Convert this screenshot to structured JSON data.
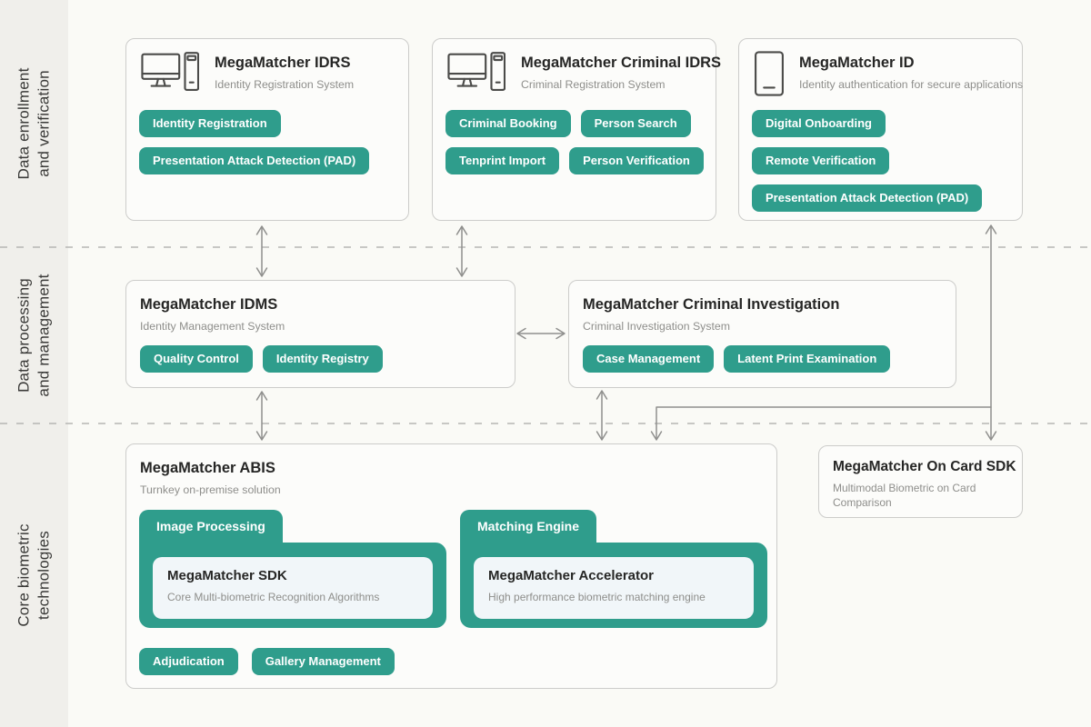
{
  "layers": [
    {
      "lines": [
        "Data enrollment",
        "and verification"
      ]
    },
    {
      "lines": [
        "Data processing",
        "and management"
      ]
    },
    {
      "lines": [
        "Core biometric",
        "technologies"
      ]
    }
  ],
  "cards": {
    "idrs": {
      "title": "MegaMatcher IDRS",
      "subtitle": "Identity Registration System",
      "icon": "desktop-workstation-icon",
      "badges": [
        "Identity Registration",
        "Presentation Attack Detection (PAD)"
      ]
    },
    "criminal_idrs": {
      "title": "MegaMatcher Criminal IDRS",
      "subtitle": "Criminal Registration System",
      "icon": "desktop-workstation-icon",
      "badges": [
        "Criminal Booking",
        "Person Search",
        "Tenprint Import",
        "Person Verification"
      ]
    },
    "id": {
      "title": "MegaMatcher ID",
      "subtitle": "Identity authentication for secure applications",
      "icon": "smartphone-icon",
      "badges": [
        "Digital Onboarding",
        "Remote Verification",
        "Presentation Attack Detection (PAD)"
      ]
    },
    "idms": {
      "title": "MegaMatcher IDMS",
      "subtitle": "Identity Management System",
      "badges": [
        "Quality Control",
        "Identity Registry"
      ]
    },
    "criminal_investigation": {
      "title": "MegaMatcher Criminal Investigation",
      "subtitle": "Criminal Investigation System",
      "badges": [
        "Case Management",
        "Latent Print Examination"
      ]
    },
    "abis": {
      "title": "MegaMatcher ABIS",
      "subtitle": "Turnkey on-premise solution",
      "groups": [
        {
          "label": "Image Processing",
          "inner": {
            "title": "MegaMatcher SDK",
            "subtitle": "Core Multi-biometric Recognition Algorithms"
          }
        },
        {
          "label": "Matching Engine",
          "inner": {
            "title": "MegaMatcher Accelerator",
            "subtitle": "High performance biometric matching engine"
          }
        }
      ],
      "badges": [
        "Adjudication",
        "Gallery Management"
      ]
    },
    "on_card_sdk": {
      "title": "MegaMatcher On Card SDK",
      "subtitle": "Multimodal Biometric on Card Comparison"
    }
  },
  "colors": {
    "accent_teal": "#2F9D8C",
    "page_bg": "#FAFAF6",
    "sidebar_bg": "#F0EFEB",
    "card_bg": "#FCFCFA",
    "card_border": "#CCCCCA",
    "inner_card_bg": "#F1F6F9",
    "arrow": "#8F8F8D",
    "dashed_line": "#B6B6B3",
    "title_text": "#262625",
    "subtitle_text": "#8E8E8B"
  }
}
